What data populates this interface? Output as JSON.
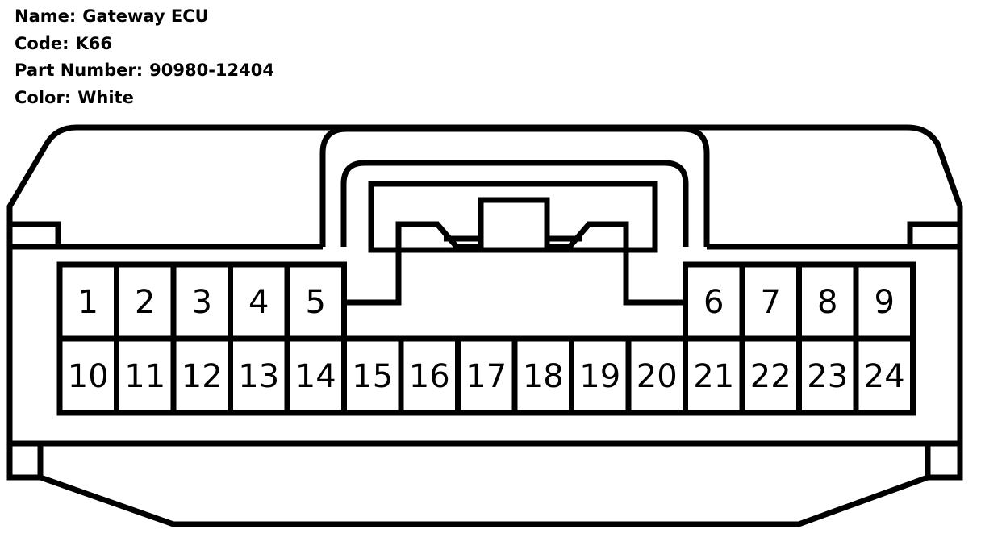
{
  "info": {
    "name_label": "Name:",
    "name_value": "Gateway ECU",
    "code_label": "Code:",
    "code_value": "K66",
    "part_label": "Part Number:",
    "part_value": "90980-12404",
    "color_label": "Color:",
    "color_value": "White"
  },
  "connector": {
    "top_row_pins": [
      "1",
      "2",
      "3",
      "4",
      "5",
      "6",
      "7",
      "8",
      "9"
    ],
    "bottom_row_pins": [
      "10",
      "11",
      "12",
      "13",
      "14",
      "15",
      "16",
      "17",
      "18",
      "19",
      "20",
      "21",
      "22",
      "23",
      "24"
    ]
  },
  "colors": {
    "line": "#000000",
    "fill": "#ffffff"
  }
}
